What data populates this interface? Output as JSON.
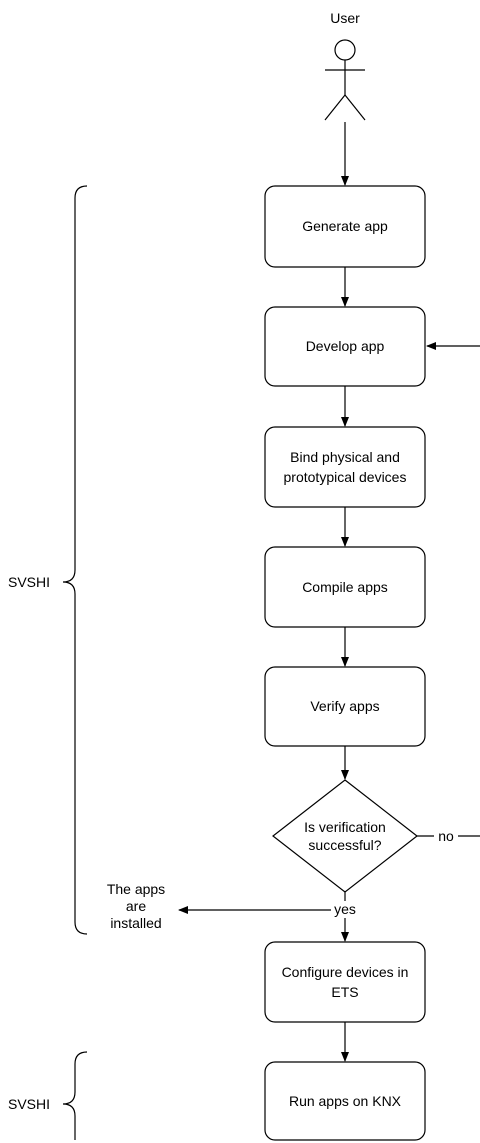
{
  "actor": {
    "label": "User"
  },
  "steps": {
    "generate": "Generate app",
    "develop": "Develop app",
    "bind_line1": "Bind physical and",
    "bind_line2": "prototypical devices",
    "compile": "Compile apps",
    "verify": "Verify apps",
    "configure_line1": "Configure devices in",
    "configure_line2": "ETS",
    "run": "Run apps on KNX"
  },
  "decision": {
    "line1": "Is verification",
    "line2": "successful?",
    "no_label": "no",
    "yes_label": "yes"
  },
  "outcome": {
    "line1": "The apps",
    "line2": "are",
    "line3": "installed"
  },
  "groups": {
    "svshi_main": "SVSHI",
    "svshi_run": "SVSHI"
  }
}
